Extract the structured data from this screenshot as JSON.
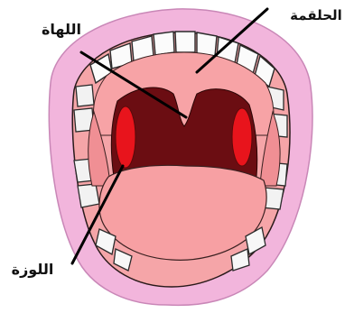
{
  "labels": {
    "uvula": "اللهاة",
    "palate": "الحلقمة",
    "tonsil": "اللوزة"
  },
  "colors": {
    "lips": "#f2b5dc",
    "palate": "#f7a3a6",
    "throat": "#6b0d12",
    "tonsil": "#e8141c",
    "tongue": "#f7a0a3",
    "teeth": "#fbfbfb",
    "gums": "#f18f95",
    "outline": "#1e1e1e",
    "leader_line": "#000000"
  }
}
